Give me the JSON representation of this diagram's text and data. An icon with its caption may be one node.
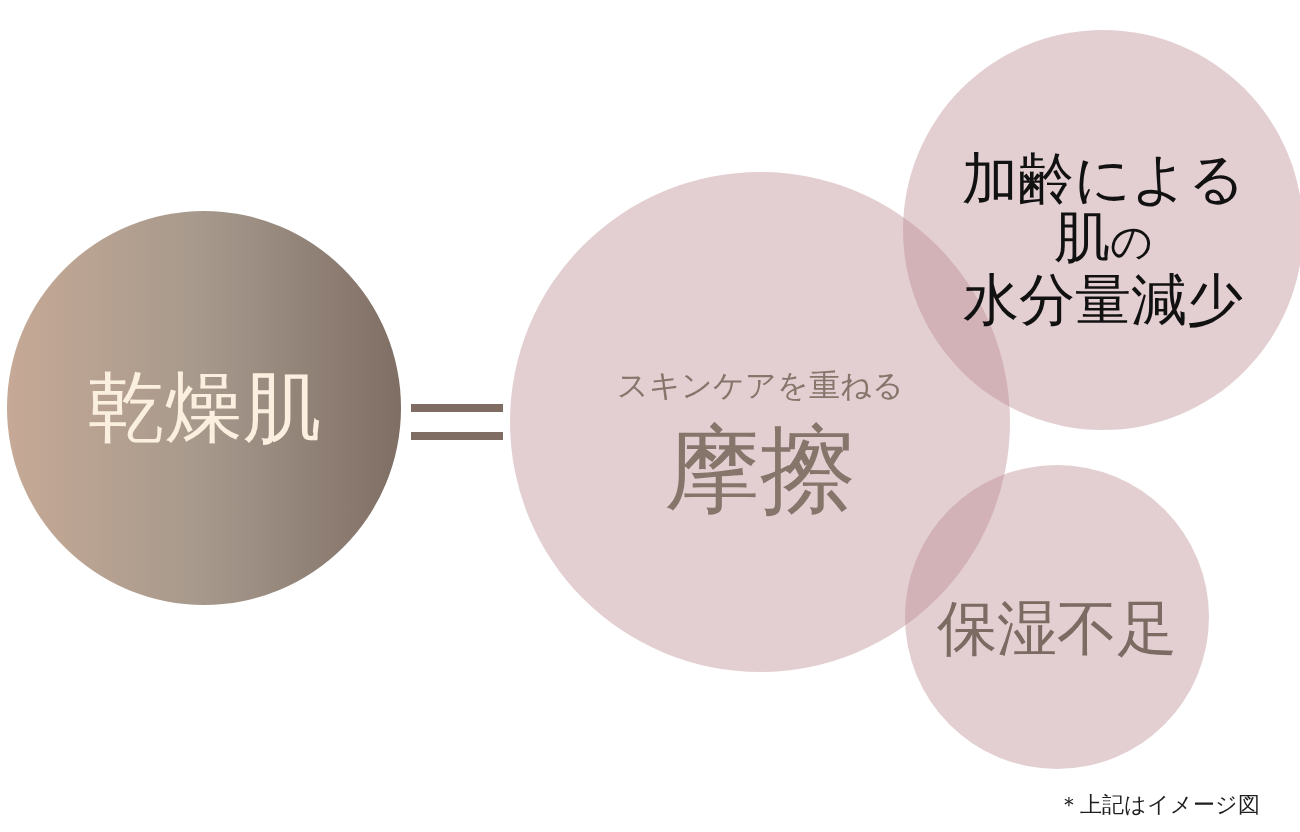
{
  "diagram": {
    "nodes": [
      {
        "text": [
          "乾燥肌"
        ]
      },
      {
        "text": [
          "スキンケアを重ねる",
          "摩擦"
        ]
      },
      {
        "text": [
          "加齢による肌の水分量減少"
        ]
      },
      {
        "text": [
          "保湿不足"
        ]
      }
    ],
    "labels": [
      "＊上記はイメージ図"
    ]
  }
}
